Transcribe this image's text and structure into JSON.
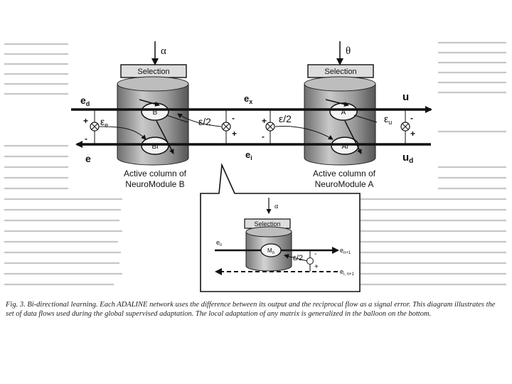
{
  "figure": {
    "inputs": {
      "module_b": "α",
      "module_a": "θ"
    },
    "selection_label": "Selection",
    "module_b": {
      "node_top": "B",
      "node_bottom": "Bi",
      "caption_line1": "Active column of",
      "caption_line2": "NeuroModule B"
    },
    "module_a": {
      "node_top": "A",
      "node_bottom": "Ai",
      "caption_line1": "Active column of",
      "caption_line2": "NeuroModule A"
    },
    "signals": {
      "ed": "e",
      "ed_sub": "d",
      "e": "e",
      "ex": "e",
      "ex_sub": "x",
      "ei": "e",
      "ei_sub": "i",
      "u": "u",
      "ud": "u",
      "ud_sub": "d",
      "eps_e": "ε",
      "eps_e_sub": "e",
      "eps_u": "ε",
      "eps_u_sub": "u",
      "eps_half": "ε/2"
    },
    "signs": {
      "plus": "+",
      "minus": "-"
    },
    "balloon": {
      "input": "α",
      "selection_label": "Selection",
      "node": "M",
      "node_sub": "n",
      "input_left": "e",
      "input_left_sub": "n",
      "output_top": "e",
      "output_top_sub": "n+1",
      "output_bottom": "e",
      "output_bottom_sub": "i, n+1",
      "eps_half": "ε/2"
    }
  },
  "caption": "Fig. 3. Bi-directional learning. Each ADALINE network uses the difference between its output and the reciprocal flow as a signal error. This diagram illustrates the set of data flows used during the global supervised adaptation. The local adaptation of any matrix is generalized in the balloon on the bottom."
}
